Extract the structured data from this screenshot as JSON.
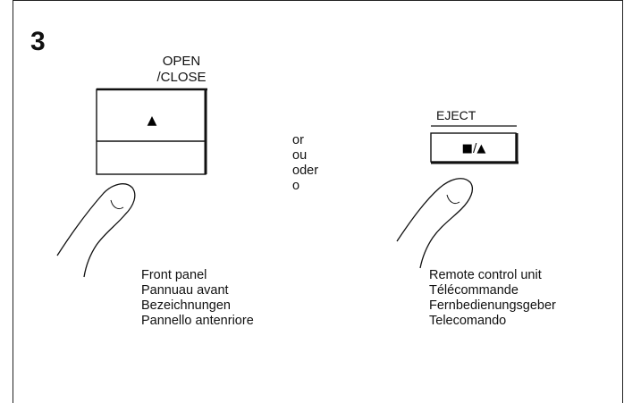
{
  "step_number": "3",
  "front_panel": {
    "button_label_line1": "OPEN",
    "button_label_line2": "/CLOSE",
    "button_symbol": "▲"
  },
  "alternatives": [
    "or",
    "ou",
    "oder",
    "o"
  ],
  "remote": {
    "button_label": "EJECT",
    "button_symbol": "■/▲"
  },
  "captions": {
    "front": [
      "Front panel",
      "Pannuau avant",
      "Bezeichnungen",
      "Pannello antenriore"
    ],
    "remote": [
      "Remote control unit",
      "Télécommande",
      "Fernbedienungsgeber",
      "Telecomando"
    ]
  }
}
